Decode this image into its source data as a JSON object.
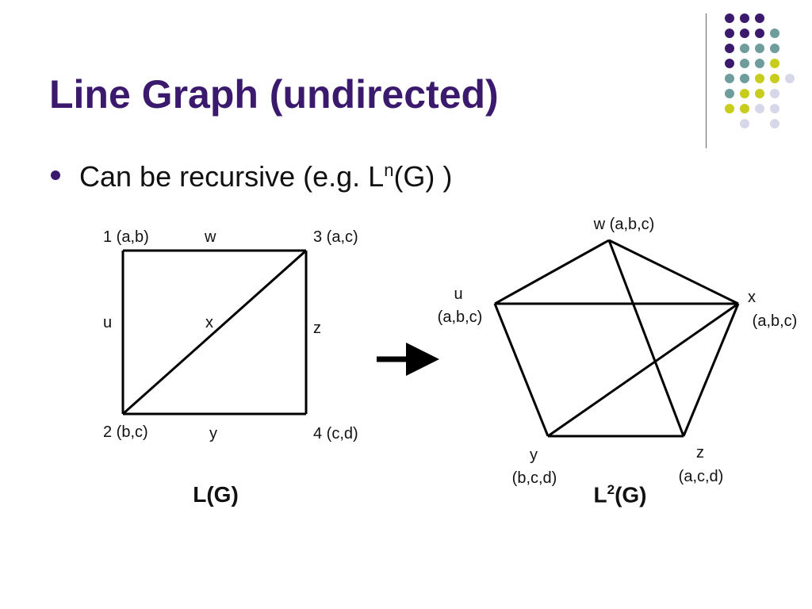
{
  "slide": {
    "title": "Line Graph (undirected)",
    "bullet": {
      "prefix": "Can be recursive (e.g. L",
      "superscript": "n",
      "suffix": "(G) )"
    }
  },
  "decor": {
    "dot_colors": {
      "purple": "#3b1a6e",
      "teal": "#6f9c9c",
      "yellow": "#c8cc1a",
      "lavender": "#d7d7ea"
    }
  },
  "left_graph": {
    "caption": "L(G)",
    "node_labels": {
      "n1": "1 (a,b)",
      "n2": "2 (b,c)",
      "n3": "3 (a,c)",
      "n4": "4 (c,d)"
    },
    "edge_labels": {
      "w": "w",
      "u": "u",
      "x": "x",
      "z": "z",
      "y": "y"
    }
  },
  "right_graph": {
    "caption_base": "L",
    "caption_sup": "2",
    "caption_suffix": "(G)",
    "node_labels": {
      "w": "w (a,b,c)",
      "u_name": "u",
      "u_set": "(a,b,c)",
      "x_name": "x",
      "x_set": "(a,b,c)",
      "y_name": "y",
      "y_set": "(b,c,d)",
      "z_name": "z",
      "z_set": "(a,c,d)"
    }
  }
}
